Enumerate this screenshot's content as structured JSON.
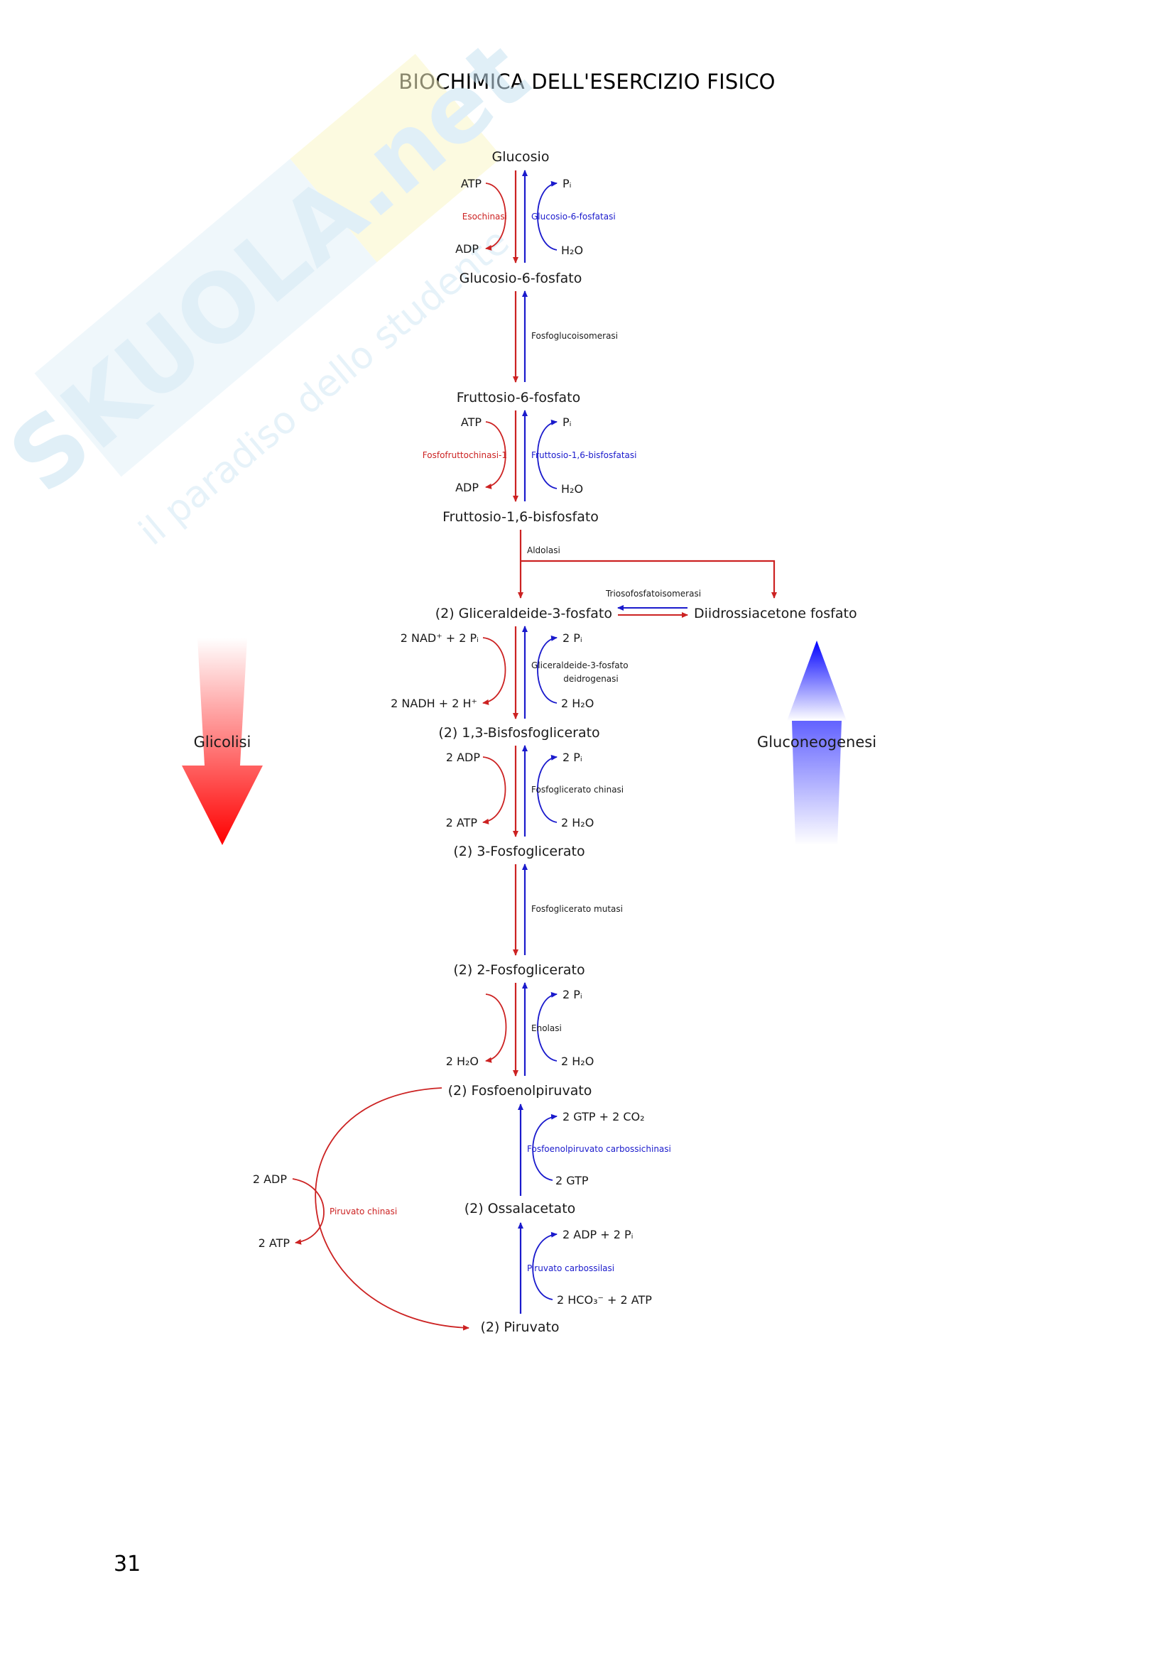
{
  "header": {
    "title": "BIOCHIMICA DELL'ESERCIZIO FISICO"
  },
  "footer": {
    "page_number": "31"
  },
  "watermark": {
    "brand": "SKUOLA.net",
    "tagline": "il paradiso dello studente"
  },
  "colors": {
    "glycolysis": "#cc2222",
    "gluconeogenesis": "#1a1acc",
    "text": "#1a1a1a"
  },
  "side": {
    "glycolysis": "Glicolisi",
    "gluconeogenesis": "Gluconeogenesi"
  },
  "metabolites": {
    "glucosio": "Glucosio",
    "g6p": "Glucosio-6-fosfato",
    "f6p": "Fruttosio-6-fosfato",
    "f16bp": "Fruttosio-1,6-bisfosfato",
    "gap": "(2) Gliceraldeide-3-fosfato",
    "dhap": "Diidrossiacetone fosfato",
    "bpg13": "(2) 1,3-Bisfosfoglicerato",
    "pg3": "(2) 3-Fosfoglicerato",
    "pg2": "(2) 2-Fosfoglicerato",
    "pep": "(2) Fosfoenolpiruvato",
    "oaa": "(2) Ossalacetato",
    "pyr": "(2) Piruvato"
  },
  "enzymes": {
    "esochinasi": "Esochinasi",
    "g6pasi": "Glucosio-6-fosfatasi",
    "pgi": "Fosfoglucoisomerasi",
    "pfk": "Fosfofruttochinasi-1",
    "fbpasi": "Fruttosio-1,6-bisfosfatasi",
    "aldolasi": "Aldolasi",
    "tpi": "Triosofosfatoisomerasi",
    "gapdh_1": "Gliceraldeide-3-fosfato",
    "gapdh_2": "deidrogenasi",
    "pgk": "Fosfoglicerato chinasi",
    "pgm": "Fosfoglicerato mutasi",
    "enolasi": "Enolasi",
    "pepck": "Fosfoenolpiruvato carbossichinasi",
    "pk": "Piruvato chinasi",
    "pc": "Piruvato carbossilasi"
  },
  "cofactors": {
    "s1_atp": "ATP",
    "s1_adp": "ADP",
    "s1_pi": "Pᵢ",
    "s1_h2o": "H₂O",
    "s3_atp": "ATP",
    "s3_adp": "ADP",
    "s3_pi": "Pᵢ",
    "s3_h2o": "H₂O",
    "s5_nad": "2 NAD⁺ + 2 Pᵢ",
    "s5_nadh": "2 NADH + 2 H⁺",
    "s5_pi": "2 Pᵢ",
    "s5_h2o": "2 H₂O",
    "s6_adp": "2 ADP",
    "s6_atp": "2 ATP",
    "s6_pi": "2 Pᵢ",
    "s6_h2o": "2 H₂O",
    "s8_h2o_l": "2 H₂O",
    "s8_pi": "2 Pᵢ",
    "s8_h2o_r": "2 H₂O",
    "pepck_out": "2 GTP + 2 CO₂",
    "pepck_in": "2 GTP",
    "pc_out": "2 ADP + 2 Pᵢ",
    "pc_in": "2 HCO₃⁻ + 2 ATP",
    "pk_adp": "2 ADP",
    "pk_atp": "2 ATP"
  }
}
